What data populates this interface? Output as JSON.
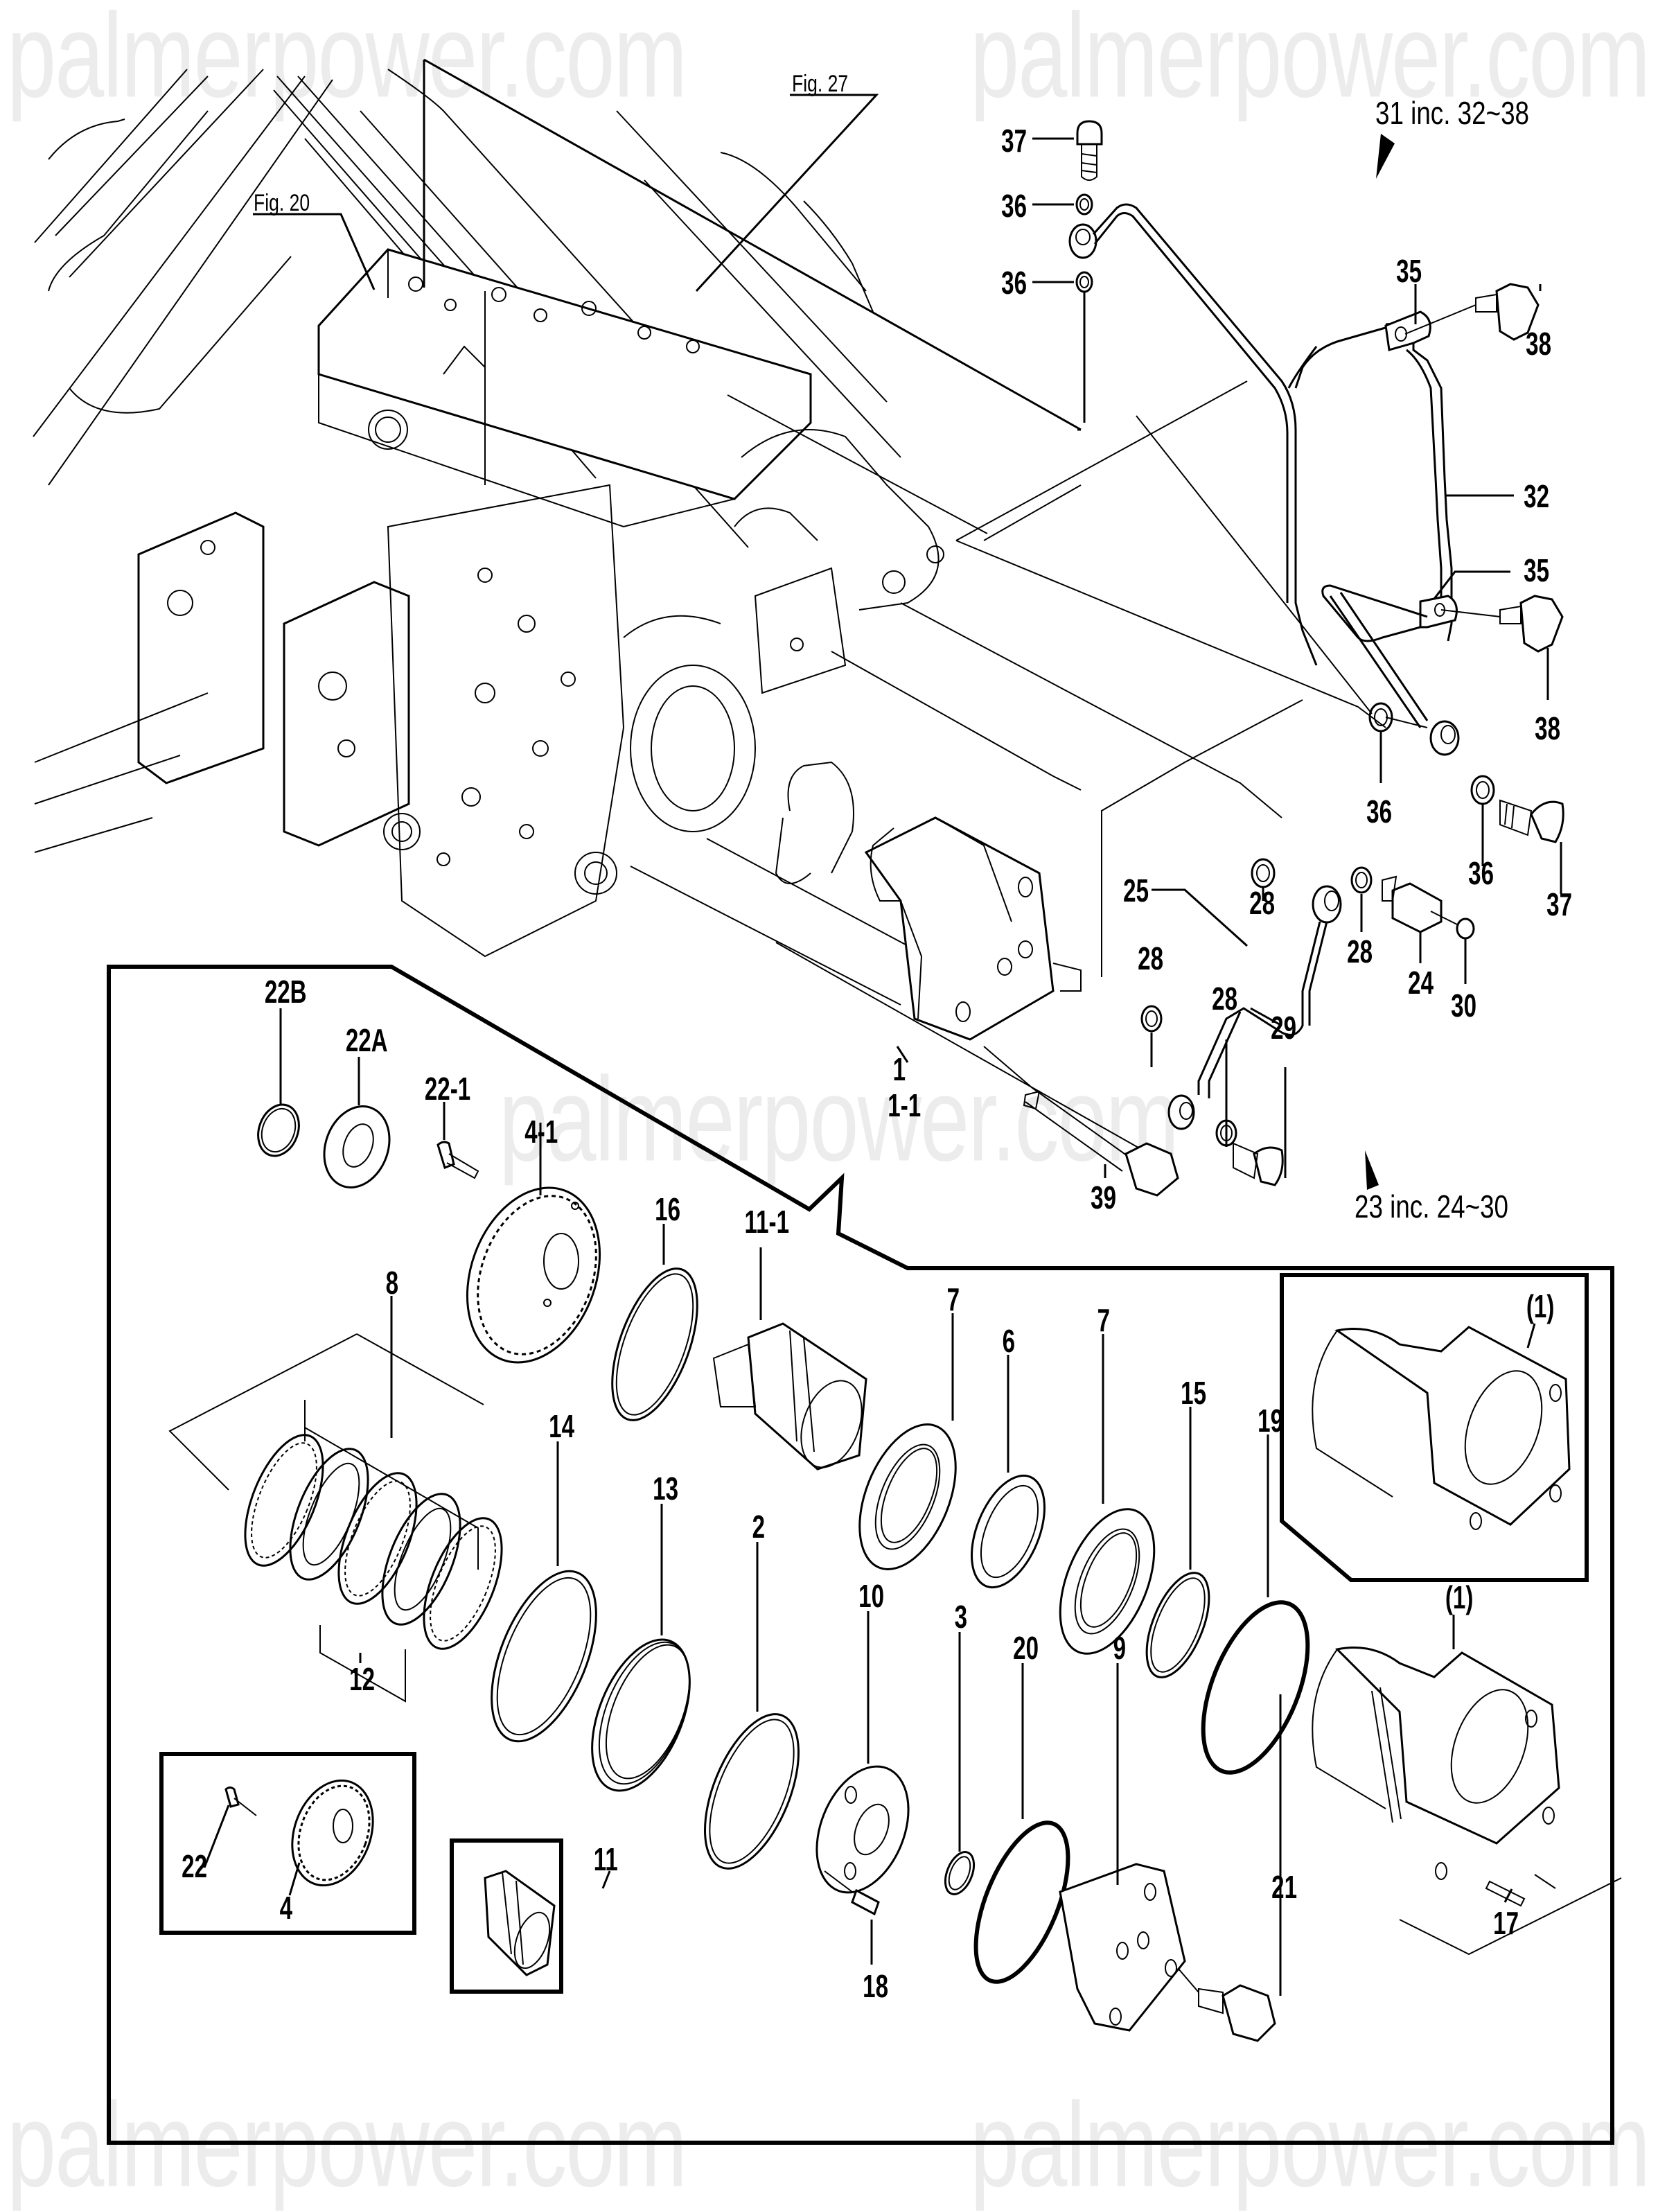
{
  "diagram": {
    "type": "exploded-parts-diagram",
    "subject": "Engine gear/pump assembly with clutch pack and lubrication pipes",
    "watermark": "palmerpower.com",
    "figure_references": [
      {
        "label": "Fig. 20"
      },
      {
        "label": "Fig. 27"
      }
    ],
    "assembly_notes": [
      {
        "id": "pipe-assembly-31",
        "text": "31 inc. 32~38"
      },
      {
        "id": "pipe-assembly-23",
        "text": "23 inc. 24~30"
      }
    ],
    "callouts": {
      "c37a": "37",
      "c36a": "36",
      "c36b": "36",
      "c35a": "35",
      "c38a": "38",
      "c32": "32",
      "c35b": "35",
      "c38b": "38",
      "c36c": "36",
      "c36d": "36",
      "c37b": "37",
      "c28a": "28",
      "c25": "25",
      "c28b": "28",
      "c24": "24",
      "c30": "30",
      "c28c": "28",
      "c28d": "28",
      "c29": "29",
      "c1": "1",
      "c1_1": "1-1",
      "c39": "39",
      "c22B": "22B",
      "c22A": "22A",
      "c22_1": "22-1",
      "c4_1": "4-1",
      "c16": "16",
      "c11_1": "11-1",
      "c7a": "7",
      "c6": "6",
      "c7b": "7",
      "c15": "15",
      "c19": "19",
      "c1p_a": "(1)",
      "c1p_b": "(1)",
      "c8": "8",
      "c12": "12",
      "c14": "14",
      "c13": "13",
      "c2": "2",
      "c10": "10",
      "c3": "3",
      "c20": "20",
      "c9": "9",
      "c21": "21",
      "c17": "17",
      "c18": "18",
      "c22": "22",
      "c4": "4",
      "c11": "11"
    },
    "inset_boxes": [
      {
        "id": "housing-variant",
        "shows_part": "(1)"
      },
      {
        "id": "gear-variant",
        "shows_parts": [
          "22",
          "4"
        ]
      },
      {
        "id": "shaft-variant",
        "shows_part": "11"
      }
    ]
  }
}
